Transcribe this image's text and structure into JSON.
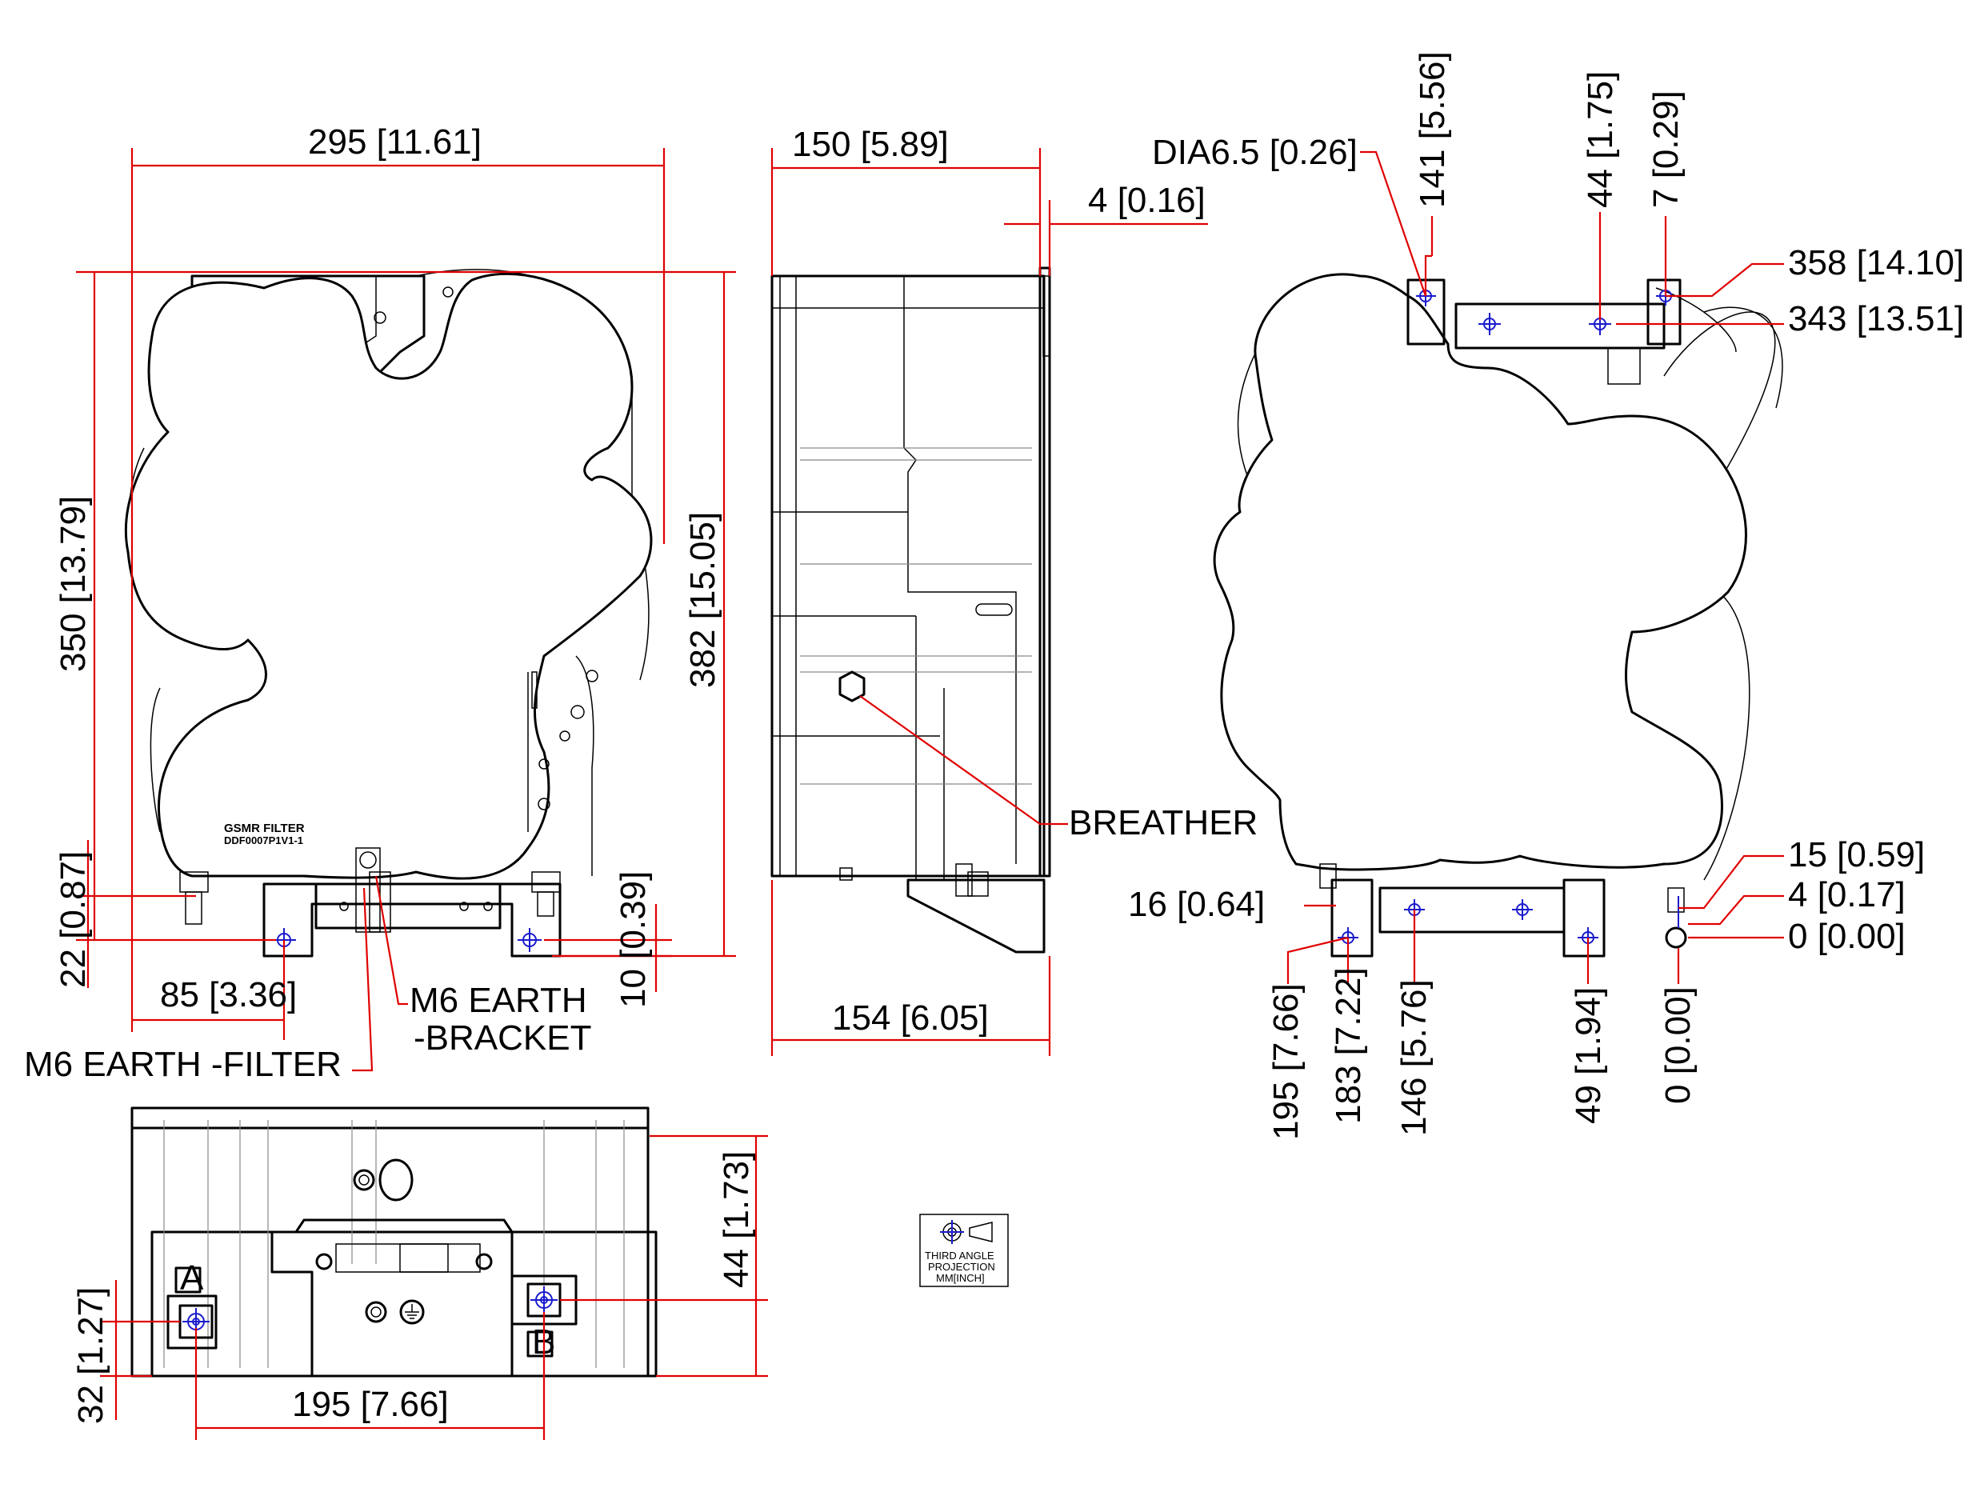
{
  "front_view": {
    "label_filter": "GSMR FILTER",
    "label_part": "DDF0007P1V1-1",
    "dim_width": "295 [11.61]",
    "dim_height_body": "350 [13.79]",
    "dim_height_total": "382 [15.05]",
    "dim_bracket_height": "22 [0.87]",
    "dim_earth_offset": "85 [3.36]",
    "dim_foot_gap": "10 [0.39]",
    "callout_earth_bracket_line1": "M6 EARTH",
    "callout_earth_bracket_line2": "-BRACKET",
    "callout_earth_filter": "M6 EARTH -FILTER"
  },
  "side_view": {
    "dim_depth_top": "150 [5.89]",
    "dim_flange": "4 [0.16]",
    "dim_depth_bottom": "154 [6.05]",
    "callout_breather": "BREATHER"
  },
  "back_view": {
    "dim_hole_dia": "DIA6.5 [0.26]",
    "dim_141": "141 [5.56]",
    "dim_44": "44 [1.75]",
    "dim_7": "7 [0.29]",
    "dim_358": "358 [14.10]",
    "dim_343": "343 [13.51]",
    "dim_15": "15 [0.59]",
    "dim_4": "4 [0.17]",
    "dim_0": "0 [0.00]",
    "dim_16": "16 [0.64]",
    "x_dims": [
      "195 [7.66]",
      "183 [7.22]",
      "146 [5.76]",
      "49 [1.94]",
      "0 [0.00]"
    ]
  },
  "bottom_view": {
    "port_a": "A",
    "port_b": "B",
    "dim_height_44": "44 [1.73]",
    "dim_height_32": "32 [1.27]",
    "dim_port_spacing": "195 [7.66]"
  },
  "projection_symbol": {
    "line1": "THIRD ANGLE",
    "line2": "PROJECTION",
    "line3": "MM[INCH]"
  },
  "colors": {
    "dimension": "#e00000",
    "hole_marker": "#1a1acc",
    "outline": "#000000"
  }
}
